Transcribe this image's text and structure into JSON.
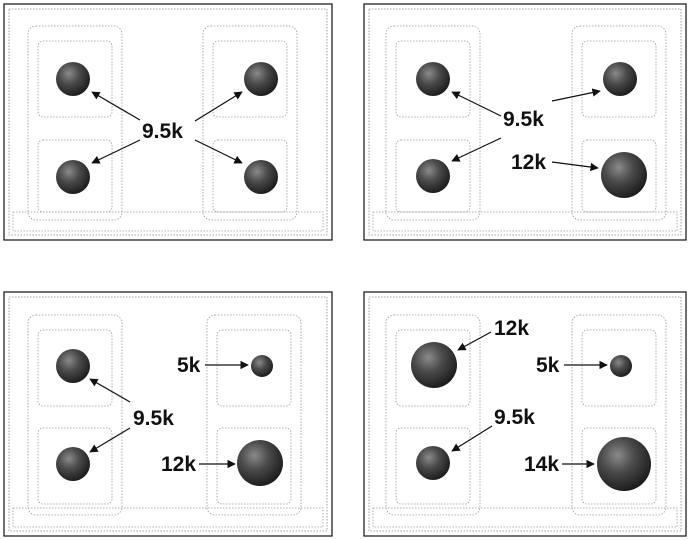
{
  "figure": {
    "description_hidden": "",
    "panels": [
      {
        "id": "panel-1",
        "burners": [
          {
            "id": "front-left",
            "rating": "9.5k",
            "size": "medium"
          },
          {
            "id": "back-left",
            "rating": "9.5k",
            "size": "medium"
          },
          {
            "id": "front-right",
            "rating": "9.5k",
            "size": "medium"
          },
          {
            "id": "back-right",
            "rating": "9.5k",
            "size": "medium"
          }
        ],
        "labels": [
          {
            "text": "9.5k"
          }
        ]
      },
      {
        "id": "panel-2",
        "burners": [
          {
            "id": "front-left",
            "rating": "9.5k",
            "size": "medium"
          },
          {
            "id": "back-left",
            "rating": "9.5k",
            "size": "medium"
          },
          {
            "id": "back-right",
            "rating": "9.5k",
            "size": "medium"
          },
          {
            "id": "front-right",
            "rating": "12k",
            "size": "large"
          }
        ],
        "labels": [
          {
            "text": "9.5k"
          },
          {
            "text": "12k"
          }
        ]
      },
      {
        "id": "panel-3",
        "burners": [
          {
            "id": "back-left",
            "rating": "9.5k",
            "size": "medium"
          },
          {
            "id": "front-left",
            "rating": "9.5k",
            "size": "medium"
          },
          {
            "id": "back-right",
            "rating": "5k",
            "size": "small"
          },
          {
            "id": "front-right",
            "rating": "12k",
            "size": "large"
          }
        ],
        "labels": [
          {
            "text": "5k"
          },
          {
            "text": "9.5k"
          },
          {
            "text": "12k"
          }
        ]
      },
      {
        "id": "panel-4",
        "burners": [
          {
            "id": "back-left",
            "rating": "12k",
            "size": "large"
          },
          {
            "id": "front-left",
            "rating": "9.5k",
            "size": "medium"
          },
          {
            "id": "back-right",
            "rating": "5k",
            "size": "small"
          },
          {
            "id": "front-right",
            "rating": "14k",
            "size": "xlarge"
          }
        ],
        "labels": [
          {
            "text": "12k"
          },
          {
            "text": "5k"
          },
          {
            "text": "9.5k"
          },
          {
            "text": "14k"
          }
        ]
      }
    ]
  }
}
